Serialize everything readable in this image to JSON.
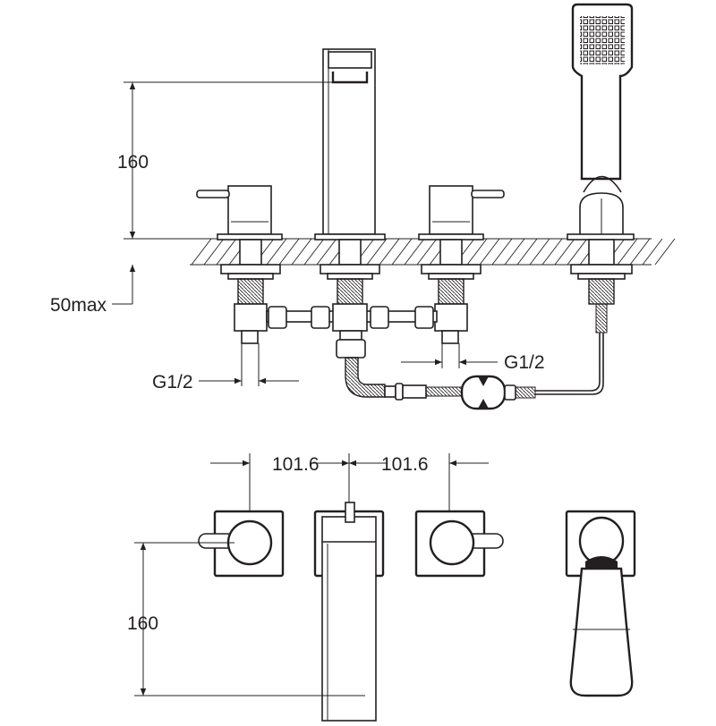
{
  "labels": {
    "front_height": "160",
    "deck_thickness": "50max",
    "connection_left": "G1/2",
    "connection_right": "G1/2",
    "spacing_left": "101.6",
    "spacing_right": "101.6",
    "plan_height": "160"
  },
  "colors": {
    "line": "#231f20",
    "background": "#ffffff"
  }
}
